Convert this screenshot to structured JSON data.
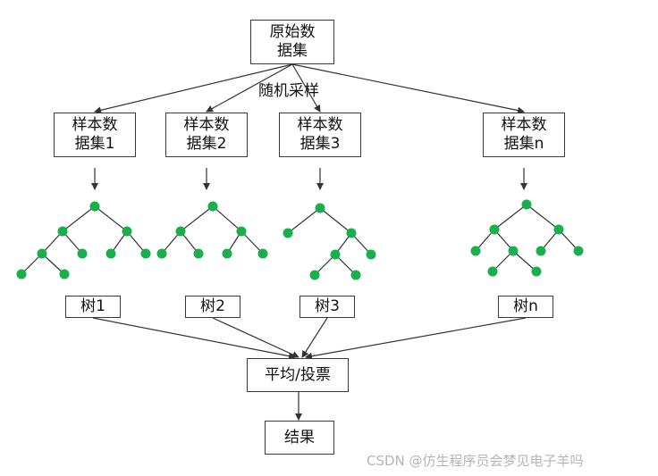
{
  "source": {
    "label": "原始数\n据集"
  },
  "sampling_label": "随机采样",
  "samples": [
    {
      "label": "样本数\n据集1"
    },
    {
      "label": "样本数\n据集2"
    },
    {
      "label": "样本数\n据集3"
    },
    {
      "label": "样本数\n据集n"
    }
  ],
  "trees": [
    {
      "label": "树1"
    },
    {
      "label": "树2"
    },
    {
      "label": "树3"
    },
    {
      "label": "树n"
    }
  ],
  "aggregate": {
    "label": "平均/投票"
  },
  "result": {
    "label": "结果"
  },
  "watermark": "CSDN @仿生程序员会梦见电子羊吗",
  "colors": {
    "node": "#18b04a",
    "edge": "#333333",
    "border": "#3a3a3a"
  }
}
